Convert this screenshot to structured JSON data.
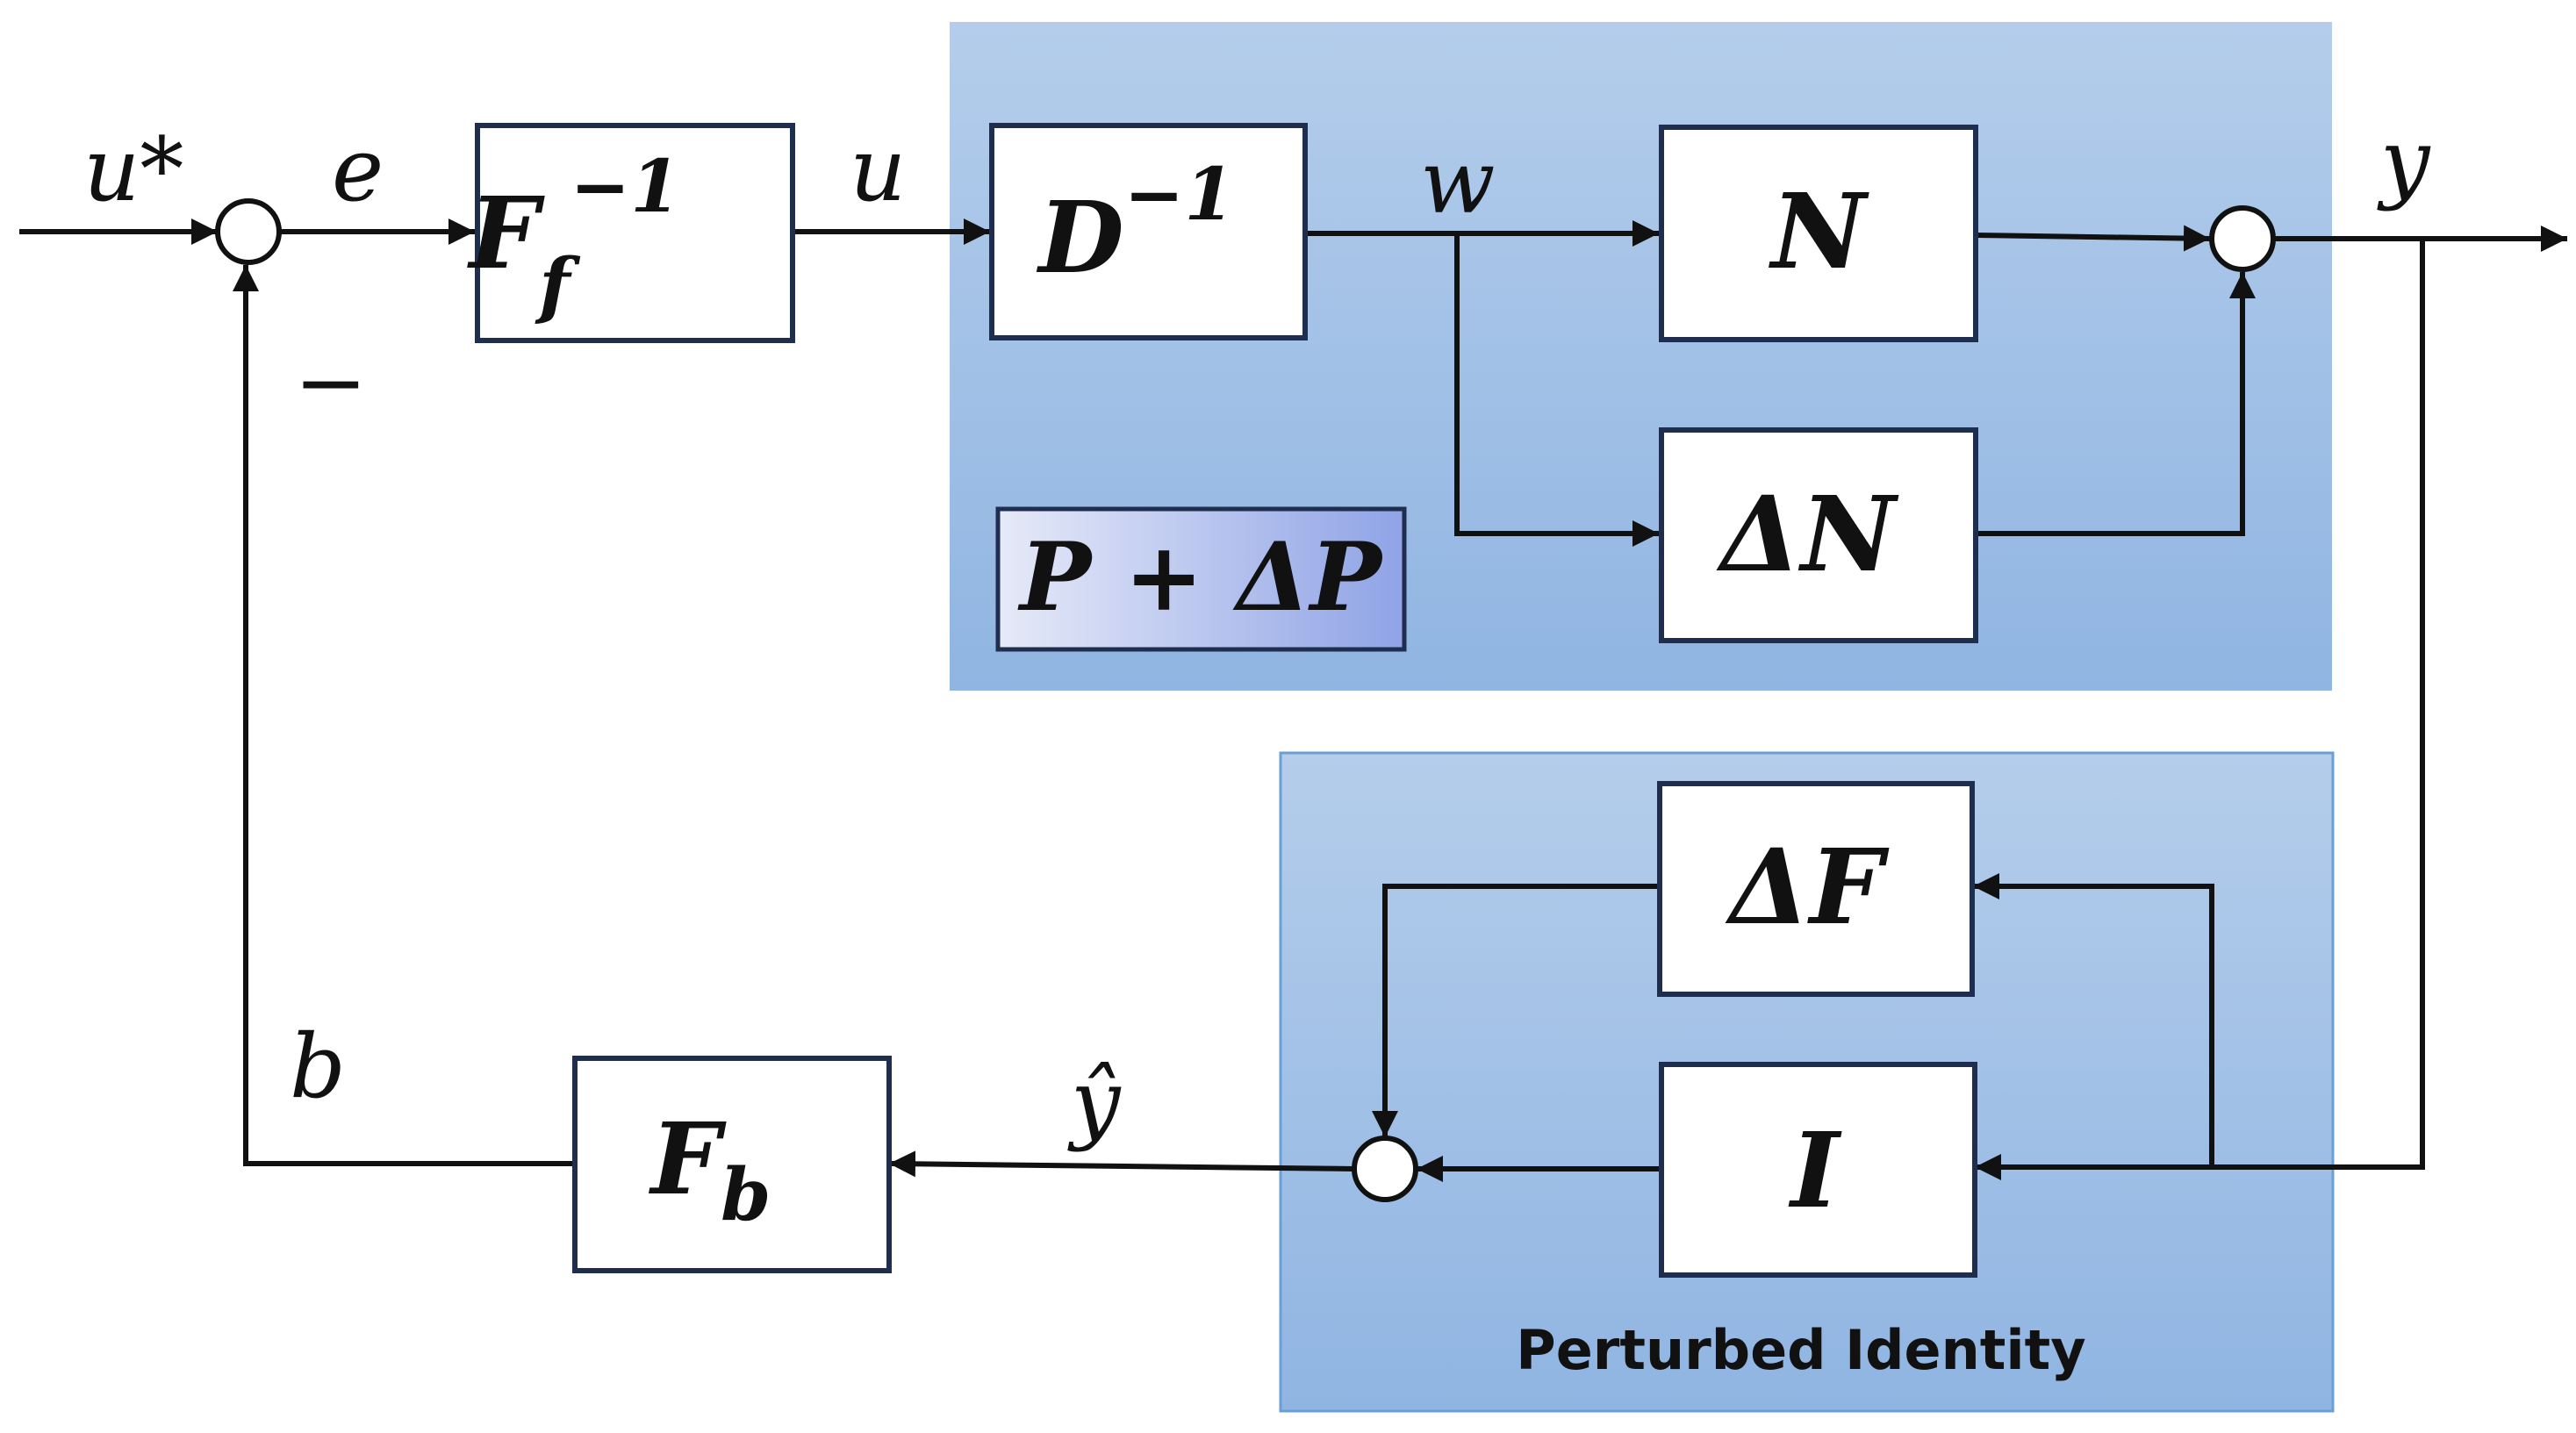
{
  "diagram": {
    "signals": {
      "reference": "u*",
      "error": "e",
      "control": "u",
      "latent": "w",
      "output": "y",
      "feedback": "b",
      "estimate": "ŷ",
      "minus_sign": "−"
    },
    "blocks": {
      "feedforward": "F",
      "feedforward_subscript": "f",
      "feedforward_superscript": "−1",
      "d_inverse": "D",
      "d_inverse_superscript": "−1",
      "numerator": "N",
      "delta_numerator": "ΔN",
      "delta_filter": "ΔF",
      "identity": "I",
      "feedback_filter": "F",
      "feedback_filter_subscript": "b"
    },
    "groups": {
      "plant": {
        "label": "P + ΔP"
      },
      "perturbed_identity": {
        "label": "Perturbed Identity"
      }
    },
    "colors": {
      "region_top": "#b4cdeb",
      "region_bottom": "#90b5e2",
      "region_border": "#6a9fd6",
      "label_box_left": "#e6eaf8",
      "label_box_right": "#8fa3e6",
      "block_border": "#1f2d4f",
      "line": "#111111"
    }
  }
}
